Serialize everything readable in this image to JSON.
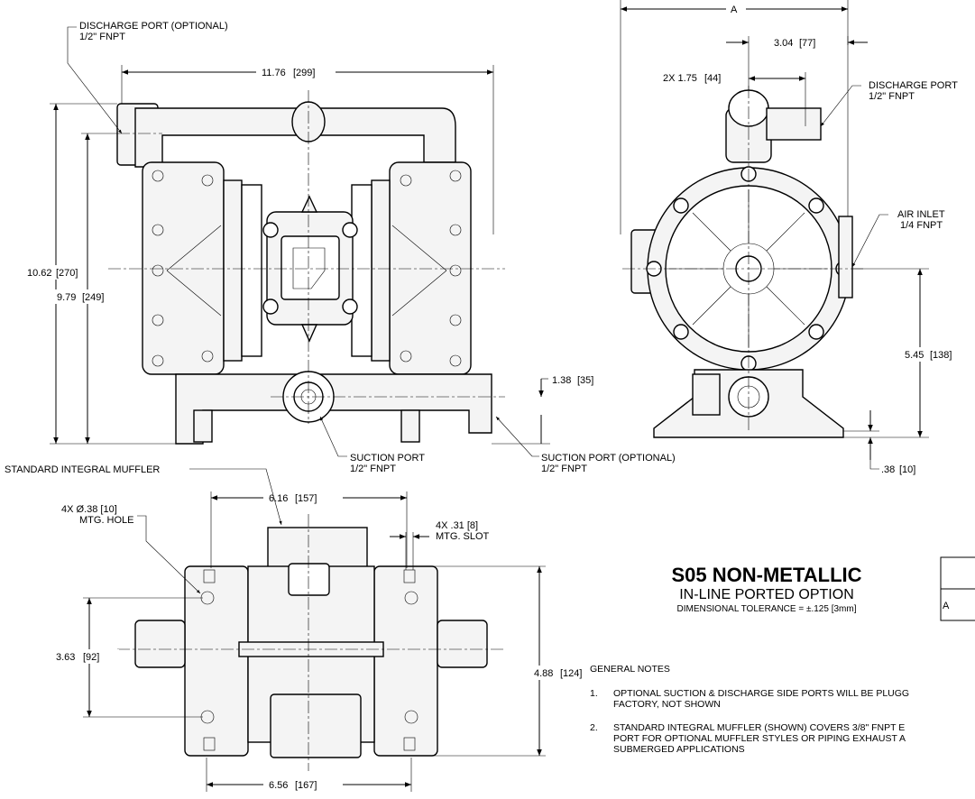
{
  "labels": {
    "discharge_optional": "DISCHARGE PORT (OPTIONAL)",
    "discharge_optional_size": "1/2\" FNPT",
    "discharge_side": "DISCHARGE PORT",
    "discharge_side_size": "1/2\" FNPT",
    "air_inlet": "AIR INLET",
    "air_inlet_size": "1/4 FNPT",
    "suction": "SUCTION PORT",
    "suction_size": "1/2\" FNPT",
    "suction_optional": "SUCTION PORT (OPTIONAL)",
    "suction_optional_size": "1/2\" FNPT",
    "muffler": "STANDARD INTEGRAL MUFFLER",
    "mtg_hole": "4X Ø.38 [10]",
    "mtg_hole_sub": "MTG. HOLE",
    "mtg_slot": "4X .31 [8]",
    "mtg_slot_sub": "MTG. SLOT"
  },
  "dimensions": {
    "width_top": "11.76",
    "width_top_mm": "[299]",
    "height_total": "10.62",
    "height_total_mm": "[270]",
    "height_discharge": "9.79",
    "height_discharge_mm": "[249]",
    "suction_height": "1.38",
    "suction_height_mm": "[35]",
    "side_A": "A",
    "side_304": "3.04",
    "side_304_mm": "[77]",
    "side_175": "2X 1.75",
    "side_175_mm": "[44]",
    "side_545": "5.45",
    "side_545_mm": "[138]",
    "side_038": ".38",
    "side_038_mm": "[10]",
    "bottom_616": "6.16",
    "bottom_616_mm": "[157]",
    "bottom_363": "3.63",
    "bottom_363_mm": "[92]",
    "bottom_488": "4.88",
    "bottom_488_mm": "[124]",
    "bottom_656": "6.56",
    "bottom_656_mm": "[167]"
  },
  "title": {
    "main": "S05 NON-METALLIC",
    "sub": "IN-LINE PORTED OPTION",
    "tolerance": "DIMENSIONAL TOLERANCE = ±.125 [3mm]",
    "table_cell": "A"
  },
  "notes": {
    "heading": "GENERAL NOTES",
    "items": [
      {
        "num": "1.",
        "line1": "OPTIONAL SUCTION & DISCHARGE SIDE PORTS WILL BE PLUGG",
        "line2": "FACTORY, NOT SHOWN",
        "line3": ""
      },
      {
        "num": "2.",
        "line1": "STANDARD INTEGRAL MUFFLER (SHOWN) COVERS 3/8\" FNPT E",
        "line2": "PORT FOR OPTIONAL MUFFLER STYLES OR PIPING EXHAUST A",
        "line3": "SUBMERGED APPLICATIONS"
      }
    ]
  },
  "colors": {
    "line": "#000000",
    "fill": "#f4f4f4",
    "background": "#ffffff"
  }
}
